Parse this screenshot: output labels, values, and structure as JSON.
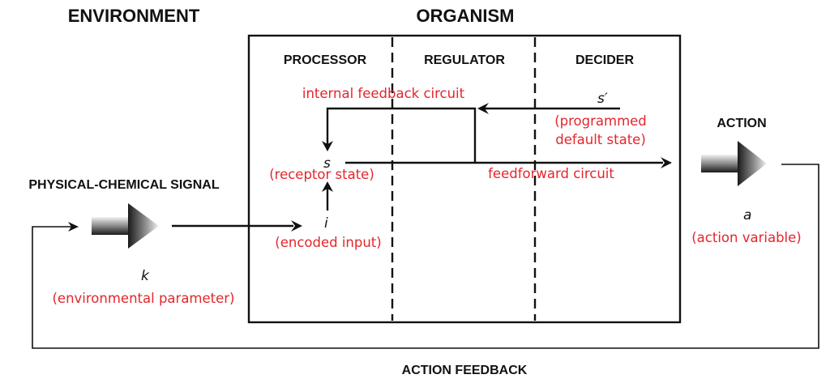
{
  "colors": {
    "label": "#e3262c",
    "ink": "#111111"
  },
  "headings": {
    "environment": "ENVIRONMENT",
    "organism": "ORGANISM",
    "physical_signal": "PHYSICAL-CHEMICAL SIGNAL",
    "action": "ACTION",
    "action_feedback": "ACTION FEEDBACK"
  },
  "sections": {
    "processor": "PROCESSOR",
    "regulator": "REGULATOR",
    "decider": "DECIDER"
  },
  "variables": {
    "k": "k",
    "i": "i",
    "s": "s",
    "s_prime": "s′",
    "a": "a"
  },
  "labels": {
    "environmental_parameter": "(environmental parameter)",
    "encoded_input": "(encoded input)",
    "receptor_state": "(receptor state)",
    "internal_feedback": "internal feedback circuit",
    "programmed_line1": "(programmed",
    "programmed_line2": "default state)",
    "feedforward": "feedforward circuit",
    "action_variable": "(action variable)"
  }
}
